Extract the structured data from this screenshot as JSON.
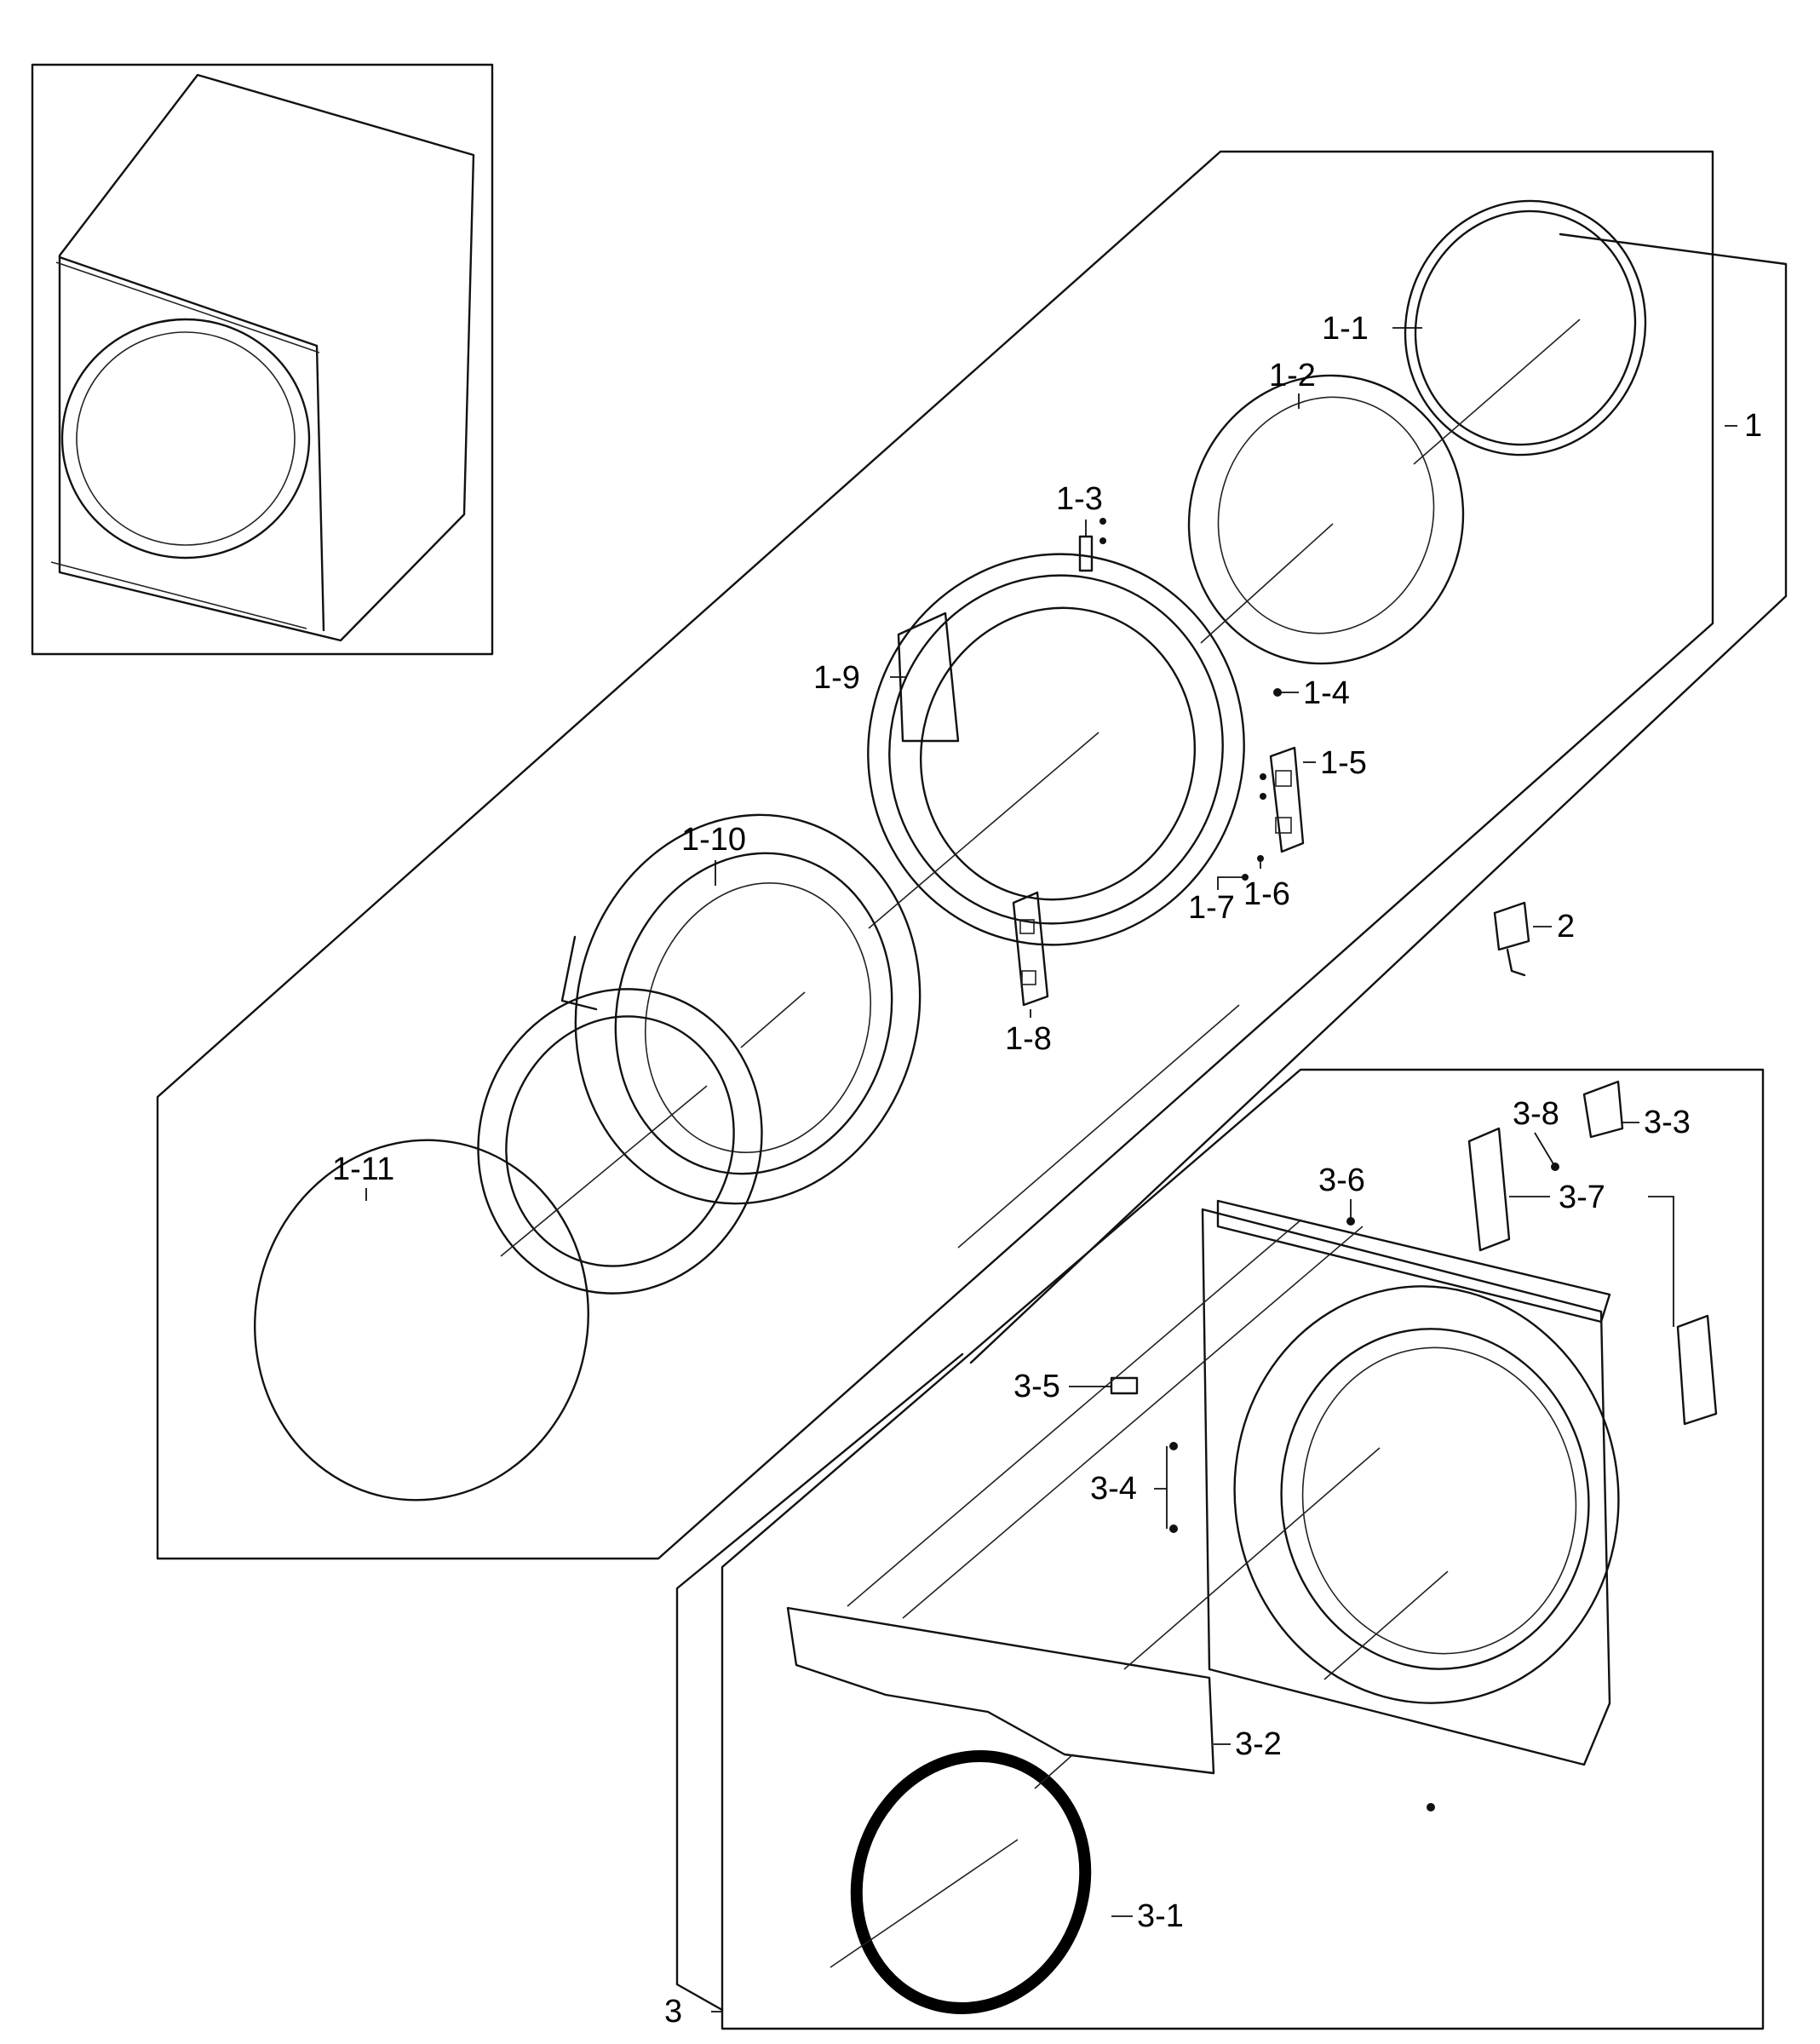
{
  "labels": {
    "l_1": "1",
    "l_1_1": "1-1",
    "l_1_2": "1-2",
    "l_1_3": "1-3",
    "l_1_4": "1-4",
    "l_1_5": "1-5",
    "l_1_6": "1-6",
    "l_1_7": "1-7",
    "l_1_8": "1-8",
    "l_1_9": "1-9",
    "l_1_10": "1-10",
    "l_1_11": "1-11",
    "l_2": "2",
    "l_3": "3",
    "l_3_1": "3-1",
    "l_3_2": "3-2",
    "l_3_3": "3-3",
    "l_3_4": "3-4",
    "l_3_5": "3-5",
    "l_3_6": "3-6",
    "l_3_7": "3-7",
    "l_3_8": "3-8"
  }
}
